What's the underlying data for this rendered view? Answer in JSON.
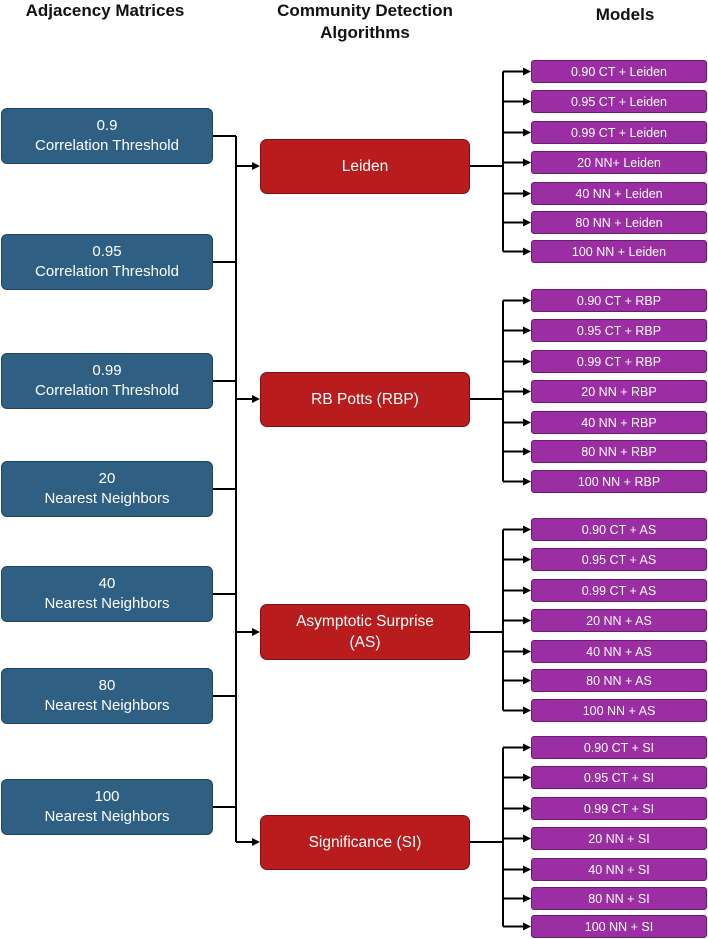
{
  "headers": {
    "matrices": "Adjacency Matrices",
    "algorithms_line1": "Community Detection",
    "algorithms_line2": "Algorithms",
    "models": "Models"
  },
  "matrices": [
    {
      "line1": "0.9",
      "line2": "Correlation Threshold"
    },
    {
      "line1": "0.95",
      "line2": "Correlation Threshold"
    },
    {
      "line1": "0.99",
      "line2": "Correlation Threshold"
    },
    {
      "line1": "20",
      "line2": "Nearest Neighbors"
    },
    {
      "line1": "40",
      "line2": "Nearest Neighbors"
    },
    {
      "line1": "80",
      "line2": "Nearest Neighbors"
    },
    {
      "line1": "100",
      "line2": "Nearest Neighbors"
    }
  ],
  "algorithms": [
    {
      "line1": "Leiden",
      "line2": ""
    },
    {
      "line1": "RB Potts (RBP)",
      "line2": ""
    },
    {
      "line1": "Asymptotic Surprise",
      "line2": "(AS)"
    },
    {
      "line1": "Significance (SI)",
      "line2": ""
    }
  ],
  "models": [
    [
      "0.90 CT + Leiden",
      "0.95 CT + Leiden",
      "0.99 CT + Leiden",
      "20 NN+ Leiden",
      "40 NN + Leiden",
      "80 NN + Leiden",
      "100 NN + Leiden"
    ],
    [
      "0.90 CT + RBP",
      "0.95 CT + RBP",
      "0.99 CT + RBP",
      "20 NN + RBP",
      "40 NN + RBP",
      "80 NN + RBP",
      "100 NN + RBP"
    ],
    [
      "0.90 CT + AS",
      "0.95 CT + AS",
      "0.99 CT + AS",
      "20 NN + AS",
      "40 NN + AS",
      "80 NN + AS",
      "100 NN + AS"
    ],
    [
      "0.90 CT + SI",
      "0.95 CT + SI",
      "0.99 CT + SI",
      "20 NN + SI",
      "40 NN + SI",
      "80 NN + SI",
      "100 NN + SI"
    ]
  ],
  "colors": {
    "matrix_fill": "#2f5f83",
    "algorithm_fill": "#b81c1c",
    "model_fill": "#9a2ea2",
    "connector": "#000000"
  }
}
